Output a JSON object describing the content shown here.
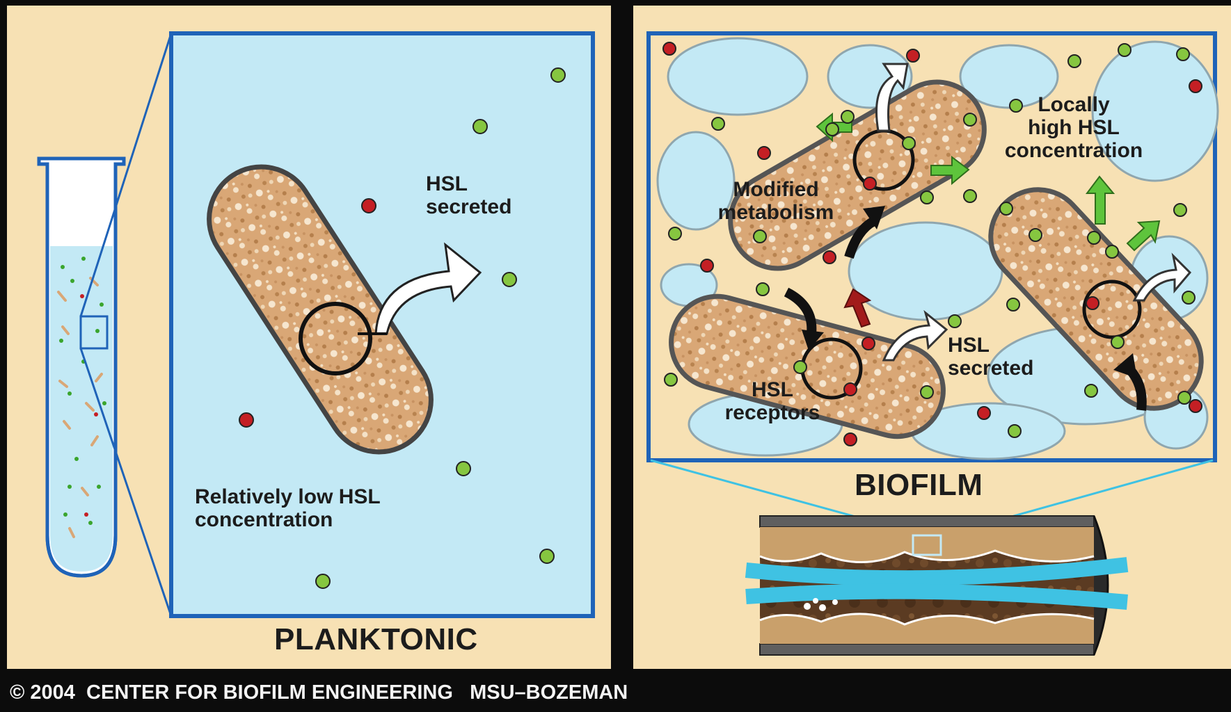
{
  "colors": {
    "panel_bg": "#f7e1b4",
    "medium": "#c3e9f5",
    "frame": "#1f63b8",
    "bacterium": "#d9a776",
    "hsl_green": "#86c640",
    "hsl_red": "#c41f24",
    "arrow_green": "#5ec43c",
    "arrow_red": "#a21b1b",
    "background": "#0c0c0c"
  },
  "planktonic": {
    "title": "PLANKTONIC",
    "hsl_secreted": [
      "HSL",
      "secreted"
    ],
    "low_concentration": [
      "Relatively low HSL",
      "concentration"
    ]
  },
  "biofilm": {
    "title": "BIOFILM",
    "locally_high": [
      "Locally",
      "high HSL",
      "concentration"
    ],
    "modified_metabolism": [
      "Modified",
      "metabolism"
    ],
    "hsl_secreted": [
      "HSL",
      "secreted"
    ],
    "hsl_receptors": [
      "HSL",
      "receptors"
    ]
  },
  "footer": "© 2004  CENTER FOR BIOFILM ENGINEERING   MSU–BOZEMAN",
  "icons": [
    "test-tube-icon",
    "bacterium-icon",
    "pipe-icon",
    "hsl-molecule-icon",
    "secretion-arrow-icon"
  ]
}
